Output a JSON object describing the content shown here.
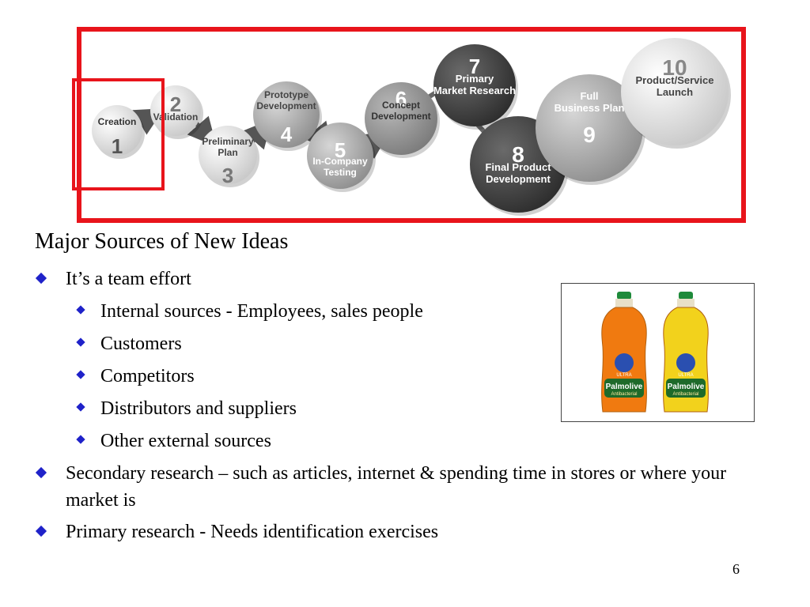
{
  "diagram": {
    "steps": [
      {
        "num": "1",
        "lines": [
          "Creation"
        ]
      },
      {
        "num": "2",
        "lines": [
          "Validation"
        ]
      },
      {
        "num": "3",
        "lines": [
          "Preliminary",
          "Plan"
        ]
      },
      {
        "num": "4",
        "lines": [
          "Prototype",
          "Development"
        ]
      },
      {
        "num": "5",
        "lines": [
          "In-Company",
          "Testing"
        ]
      },
      {
        "num": "6",
        "lines": [
          "Concept",
          "Development"
        ]
      },
      {
        "num": "7",
        "lines": [
          "Primary",
          "Market Research"
        ]
      },
      {
        "num": "8",
        "lines": [
          "Final Product",
          "Development"
        ]
      },
      {
        "num": "9",
        "lines": [
          "Full",
          "Business Plan"
        ]
      },
      {
        "num": "10",
        "lines": [
          "Product/Service",
          "Launch"
        ]
      }
    ],
    "frame_color": "#e8141b"
  },
  "content": {
    "heading": "Major Sources of New Ideas",
    "b1": "It’s a team effort",
    "s1": "Internal sources - Employees, sales people",
    "s2": "Customers",
    "s3": "Competitors",
    "s4": "Distributors and suppliers",
    "s5": "Other external sources",
    "b2": "Secondary research – such as articles, internet & spending time in stores or where your market is",
    "b3": "Primary research - Needs identification exercises"
  },
  "product_image": {
    "brand": "Palmolive",
    "label_top": "ULTRA",
    "label_bottom": "Antibacterial",
    "bottle_colors": [
      "#f07a10",
      "#f2d21c"
    ]
  },
  "page_number": "6"
}
